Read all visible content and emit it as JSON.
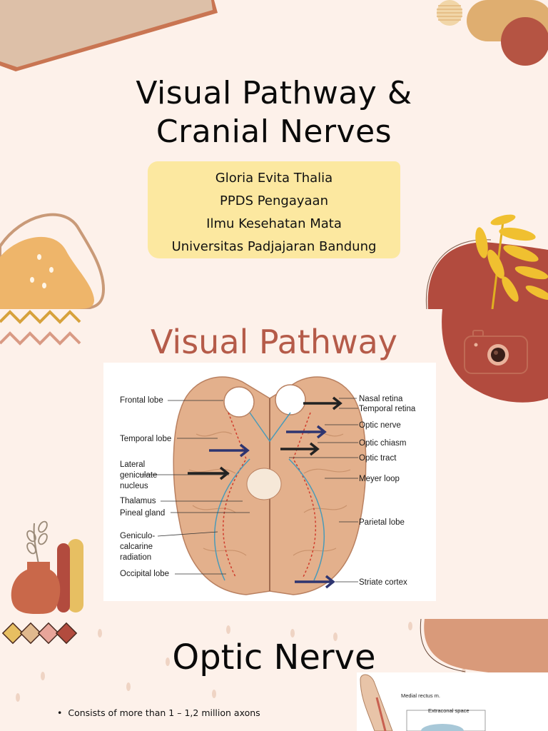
{
  "slides": [
    {
      "title": "Visual Pathway & Cranial Nerves",
      "title_line1": "Visual Pathway &",
      "title_line2": "Cranial Nerves",
      "author": {
        "name": "Gloria Evita Thalia",
        "program": "PPDS Pengayaan",
        "department": "Ilmu Kesehatan Mata",
        "university": "Universitas Padjajaran Bandung"
      }
    },
    {
      "title": "Visual Pathway",
      "diagram_labels_left": [
        "Frontal lobe",
        "Temporal lobe",
        "Lateral",
        "geniculate",
        "nucleus",
        "Thalamus",
        "Pineal gland",
        "Geniculo-",
        "calcarine",
        "radiation",
        "Occipital lobe"
      ],
      "diagram_labels_right": [
        "Nasal retina",
        "Temporal retina",
        "Optic nerve",
        "Optic chiasm",
        "Optic tract",
        "Meyer loop",
        "Parietal lobe",
        "Striate cortex"
      ]
    },
    {
      "title": "Optic Nerve",
      "bullets": [
        "Consists of more than 1 – 1,2 million  axons"
      ],
      "figure_labels": [
        "Medial rectus m.",
        "Extraconal space"
      ]
    }
  ],
  "colors": {
    "background": "#fdf1ea",
    "accent_terracotta": "#b55b49",
    "accent_sand": "#e0b98e",
    "accent_yellow": "#f0c030",
    "author_box": "#fce8a0"
  },
  "icons": [
    "camera-icon",
    "leaf-branch-icon",
    "vase-icon",
    "diamond-row-icon"
  ]
}
